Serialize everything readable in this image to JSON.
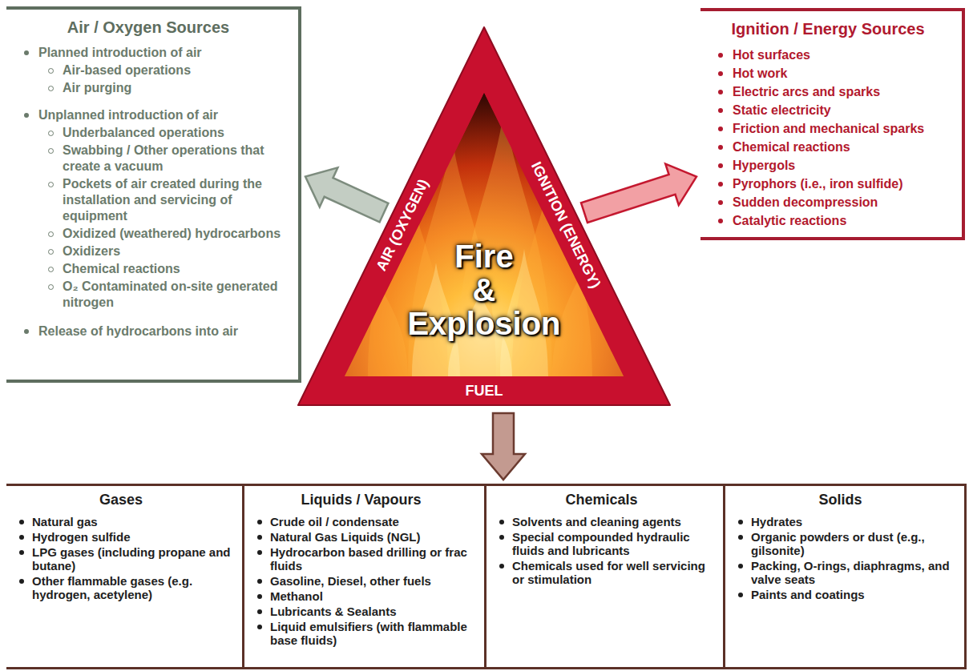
{
  "diagram": {
    "nodes": [
      {
        "text": [
          "Air / Oxygen Sources",
          "Planned introduction of air",
          "Air-based operations",
          "Air purging",
          "Unplanned introduction of air",
          "Underbalanced operations",
          "Swabbing / Other operations that create a vacuum",
          "Pockets of air created during the installation and servicing of equipment",
          "Oxidized (weathered) hydrocarbons",
          "Oxidizers",
          "Chemical reactions",
          "O₂ Contaminated on-site generated nitrogen",
          "Release of hydrocarbons into air"
        ]
      },
      {
        "text": [
          "Fire & Explosion",
          "AIR (OXYGEN)",
          "IGNITION (ENERGY)",
          "FUEL"
        ]
      },
      {
        "text": [
          "Ignition / Energy Sources",
          "Hot surfaces",
          "Hot work",
          "Electric arcs and sparks",
          "Static electricity",
          "Friction and mechanical sparks",
          "Chemical reactions",
          "Hypergols",
          "Pyrophors (i.e., iron sulfide)",
          "Sudden decompression",
          "Catalytic reactions"
        ]
      },
      {
        "text": []
      },
      {
        "text": [
          "Gases",
          "Natural gas",
          "Hydrogen sulfide",
          "LPG gases (including propane and butane)",
          "Other flammable gases (e.g. hydrogen, acetylene)"
        ],
        "in": 3
      },
      {
        "text": [
          "Liquids / Vapours",
          "Crude oil / condensate",
          "Natural Gas Liquids (NGL)",
          "Hydrocarbon based drilling or frac fluids",
          "Gasoline, Diesel, other fuels",
          "Methanol",
          "Lubricants & Sealants",
          "Liquid emulsifiers (with flammable base fluids)"
        ],
        "in": 3
      },
      {
        "text": [
          "Chemicals",
          "Solvents and cleaning agents",
          "Special compounded hydraulic fluids and lubricants",
          "Chemicals used for well servicing or stimulation"
        ],
        "in": 3
      },
      {
        "text": [
          "Solids",
          "Hydrates",
          "Organic powders or dust (e.g., gilsonite)",
          "Packing, O-rings, diaphragms, and valve seats",
          "Paints and coatings"
        ],
        "in": 3
      }
    ],
    "edges": [
      {
        "from": 1,
        "to": 0,
        "arrow": "to"
      },
      {
        "from": 1,
        "to": 2,
        "arrow": "to"
      },
      {
        "from": 1,
        "to": 3,
        "arrow": "to"
      }
    ]
  }
}
